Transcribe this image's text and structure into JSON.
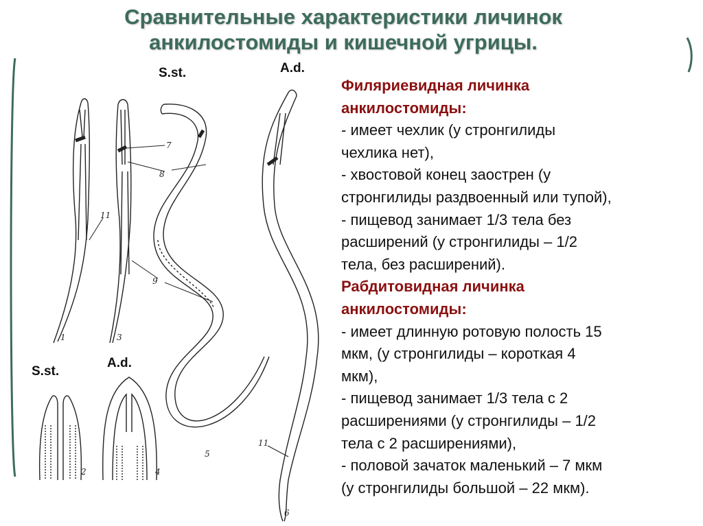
{
  "slide": {
    "title_line1": "Сравнительные характеристики личинок",
    "title_line2": "анкилостомиды и кишечной угрицы.",
    "accent_color": "#3d6b5c",
    "heading_color": "#8b1010"
  },
  "figure": {
    "labels": {
      "top_left": "S.st.",
      "top_right": "A.d.",
      "bottom_left": "S.st.",
      "bottom_right": "A.d."
    },
    "annotations": [
      "7",
      "8",
      "11",
      "9",
      "1",
      "3",
      "5",
      "11",
      "6",
      "2",
      "4"
    ]
  },
  "sections": [
    {
      "heading_line1": "Филяриевидная личинка",
      "heading_line2": "анкилостомиды:",
      "items": [
        "- имеет чехлик (у стронгилиды\nчехлика нет),",
        "- хвостовой конец заострен (у\nстронгилиды раздвоенный или тупой),",
        "- пищевод занимает 1/3 тела без\nрасширений (у стронгилиды – 1/2\nтела, без расширений)."
      ]
    },
    {
      "heading_line1": "Рабдитовидная личинка",
      "heading_line2": "анкилостомиды:",
      "items": [
        "- имеет длинную ротовую полость      15\nмкм, (у стронгилиды – короткая       4\nмкм),",
        "- пищевод занимает 1/3 тела с 2\nрасширениями (у стронгилиды – 1/2\nтела с 2 расширениями),",
        "- половой зачаток маленький – 7 мкм\n(у стронгилиды большой – 22 мкм)."
      ]
    }
  ]
}
